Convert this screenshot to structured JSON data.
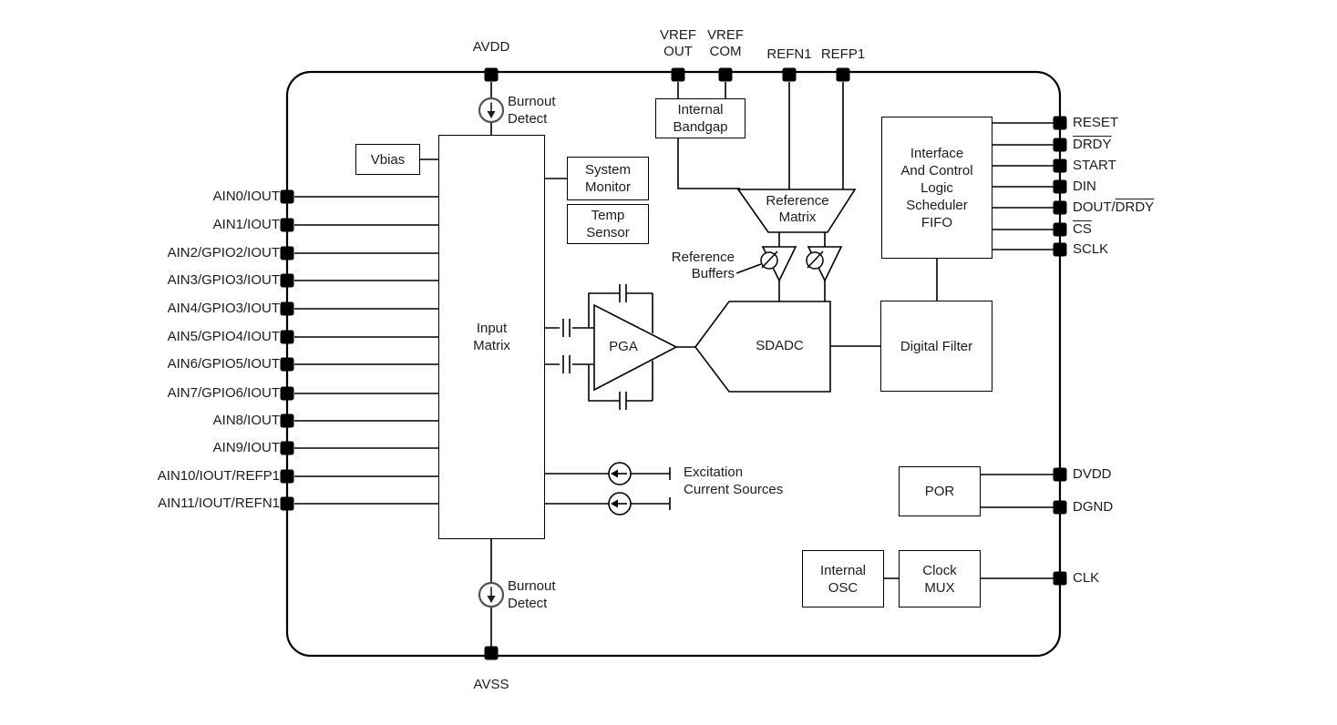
{
  "colors": {
    "line": "#000000",
    "pin": "#000000",
    "burnout_circle": "#52525f"
  },
  "pins": {
    "top": [
      {
        "id": "avdd",
        "label": "AVDD"
      },
      {
        "id": "vrefout",
        "label": "VREF\nOUT"
      },
      {
        "id": "vrefcom",
        "label": "VREF\nCOM"
      },
      {
        "id": "refn1",
        "label": "REFN1"
      },
      {
        "id": "refp1",
        "label": "REFP1"
      }
    ],
    "left": [
      {
        "label": "AIN0/IOUT"
      },
      {
        "label": "AIN1/IOUT"
      },
      {
        "label": "AIN2/GPIO2/IOUT"
      },
      {
        "label": "AIN3/GPIO3/IOUT"
      },
      {
        "label": "AIN4/GPIO3/IOUT"
      },
      {
        "label": "AIN5/GPIO4/IOUT"
      },
      {
        "label": "AIN6/GPIO5/IOUT"
      },
      {
        "label": "AIN7/GPIO6/IOUT"
      },
      {
        "label": "AIN8/IOUT"
      },
      {
        "label": "AIN9/IOUT"
      },
      {
        "label": "AIN10/IOUT/REFP1"
      },
      {
        "label": "AIN11/IOUT/REFN1"
      }
    ],
    "right": [
      {
        "pre": "RESET",
        "overline": ""
      },
      {
        "pre": "",
        "overline": "DRDY"
      },
      {
        "pre": "START",
        "overline": ""
      },
      {
        "pre": "DIN",
        "overline": ""
      },
      {
        "pre": "DOUT/",
        "overline": "DRDY"
      },
      {
        "pre": "",
        "overline": "CS"
      },
      {
        "pre": "SCLK",
        "overline": ""
      },
      {
        "pre": "DVDD",
        "overline": ""
      },
      {
        "pre": "DGND",
        "overline": ""
      },
      {
        "pre": "CLK",
        "overline": ""
      }
    ],
    "bottom": [
      {
        "id": "avss",
        "label": "AVSS"
      }
    ]
  },
  "blocks": {
    "vbias": "Vbias",
    "input_matrix": "Input\nMatrix",
    "system_monitor": "System\nMonitor",
    "temp_sensor": "Temp\nSensor",
    "internal_bandgap": "Internal\nBandgap",
    "reference_matrix": "Reference\nMatrix",
    "reference_buffers": "Reference\nBuffers",
    "pga": "PGA",
    "sdadc": "SDADC",
    "digital_filter": "Digital Filter",
    "interface": "Interface\nAnd Control\nLogic\nScheduler\nFIFO",
    "por": "POR",
    "internal_osc": "Internal\nOSC",
    "clock_mux": "Clock\nMUX"
  },
  "annotations": {
    "burnout_top": "Burnout\nDetect",
    "burnout_bottom": "Burnout\nDetect",
    "excitation": "Excitation\nCurrent Sources"
  }
}
